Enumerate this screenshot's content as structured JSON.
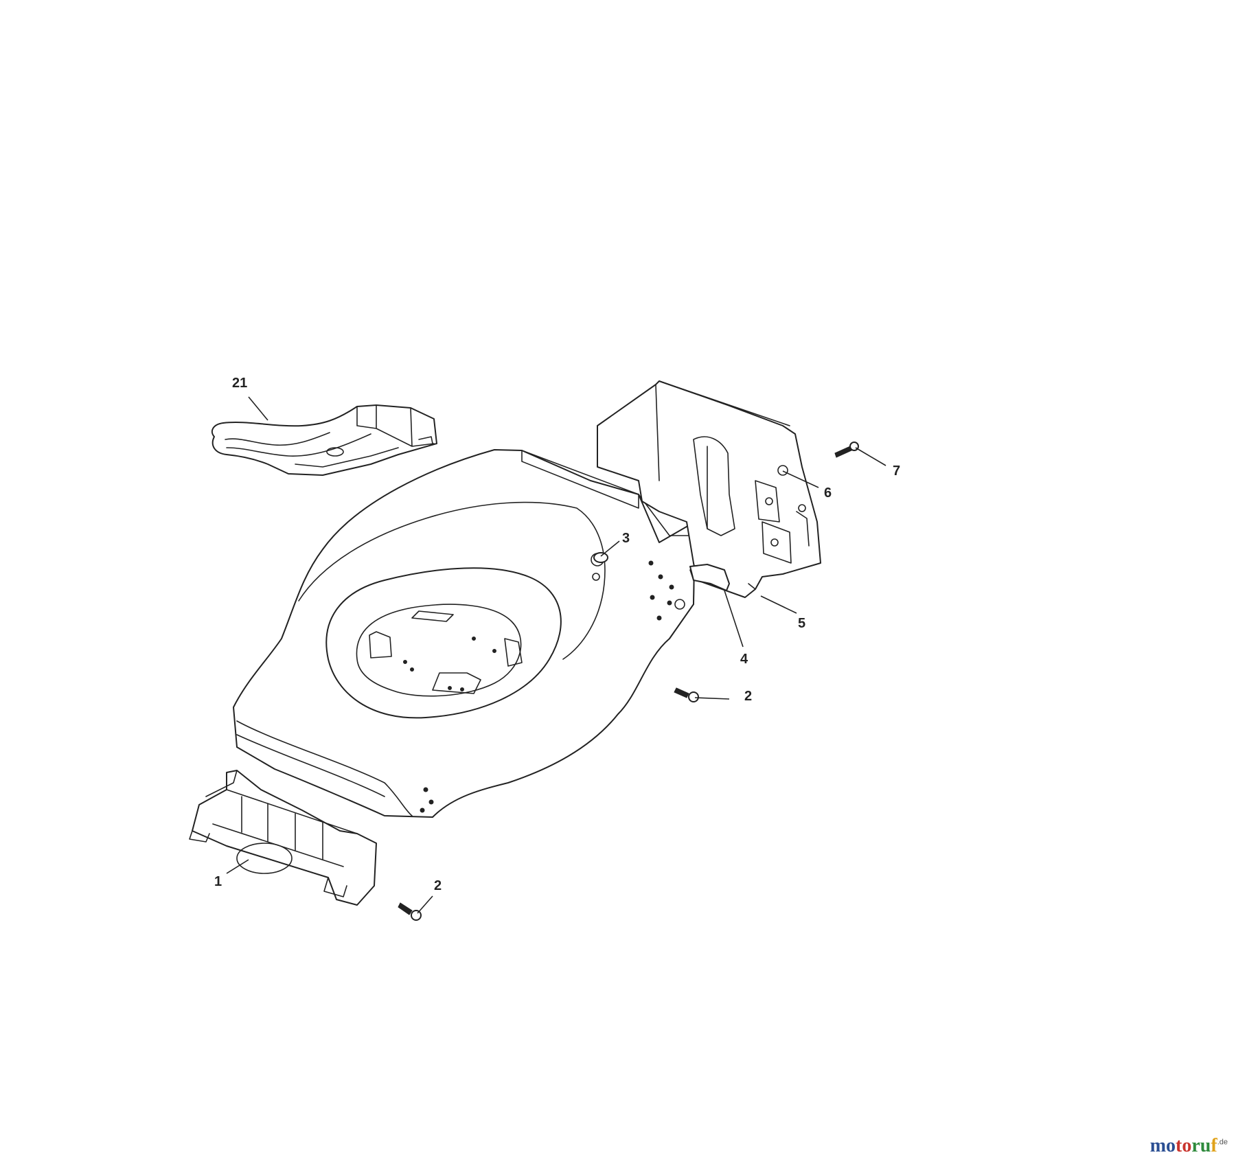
{
  "callouts": {
    "c21": "21",
    "c7": "7",
    "c6": "6",
    "c3": "3",
    "c5": "5",
    "c4": "4",
    "c2a": "2",
    "c2b": "2",
    "c1": "1"
  },
  "watermark": {
    "part1": "mo",
    "part2": "to",
    "part3": "ru",
    "part4": "f",
    "suffix": ".de"
  },
  "colors": {
    "line": "#222222",
    "background": "#ffffff",
    "watermark_blue": "#2b4f93",
    "watermark_red": "#c9342d",
    "watermark_green": "#2e8a3c",
    "watermark_yellow": "#e0a21b"
  }
}
